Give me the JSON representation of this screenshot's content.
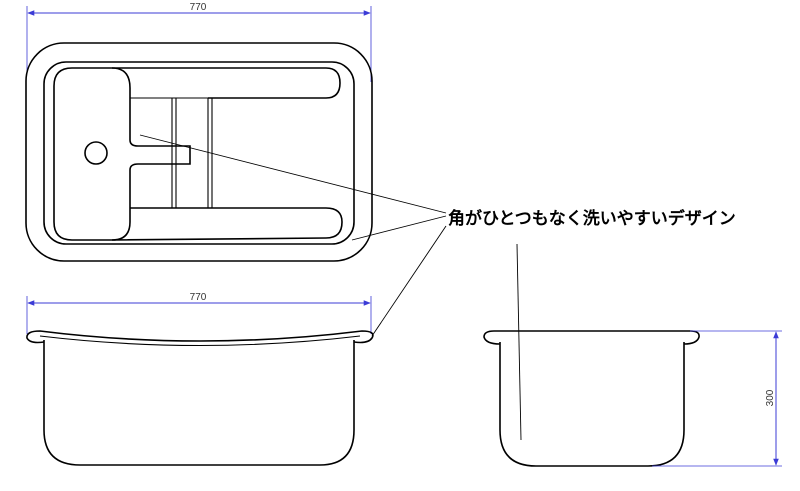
{
  "dimensions": {
    "top_width": "770",
    "front_width": "770",
    "side_height": "300"
  },
  "callout": {
    "text": "角がひとつもなく洗いやすいデザイン"
  },
  "colors": {
    "outline": "#000000",
    "dimension_line": "#3b3bd6"
  }
}
